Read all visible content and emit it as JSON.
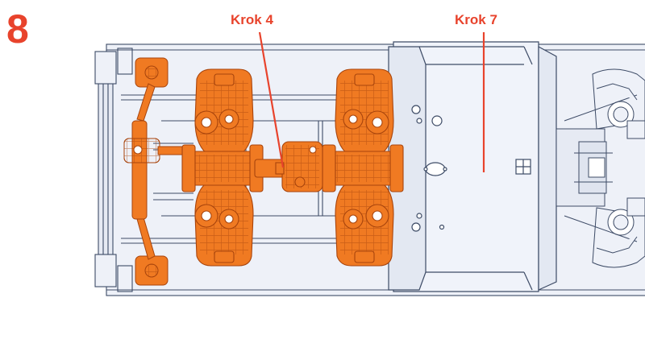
{
  "step": {
    "number": "8"
  },
  "callouts": [
    {
      "label": "Krok 4"
    },
    {
      "label": "Krok 7"
    }
  ],
  "colors": {
    "accent": "#e8432c",
    "highlight_part": "#f07a22",
    "highlight_part_dark": "#a8440c",
    "outline": "#3d4b66",
    "ghost_fill": "#eef1f8",
    "background": "#ffffff"
  }
}
